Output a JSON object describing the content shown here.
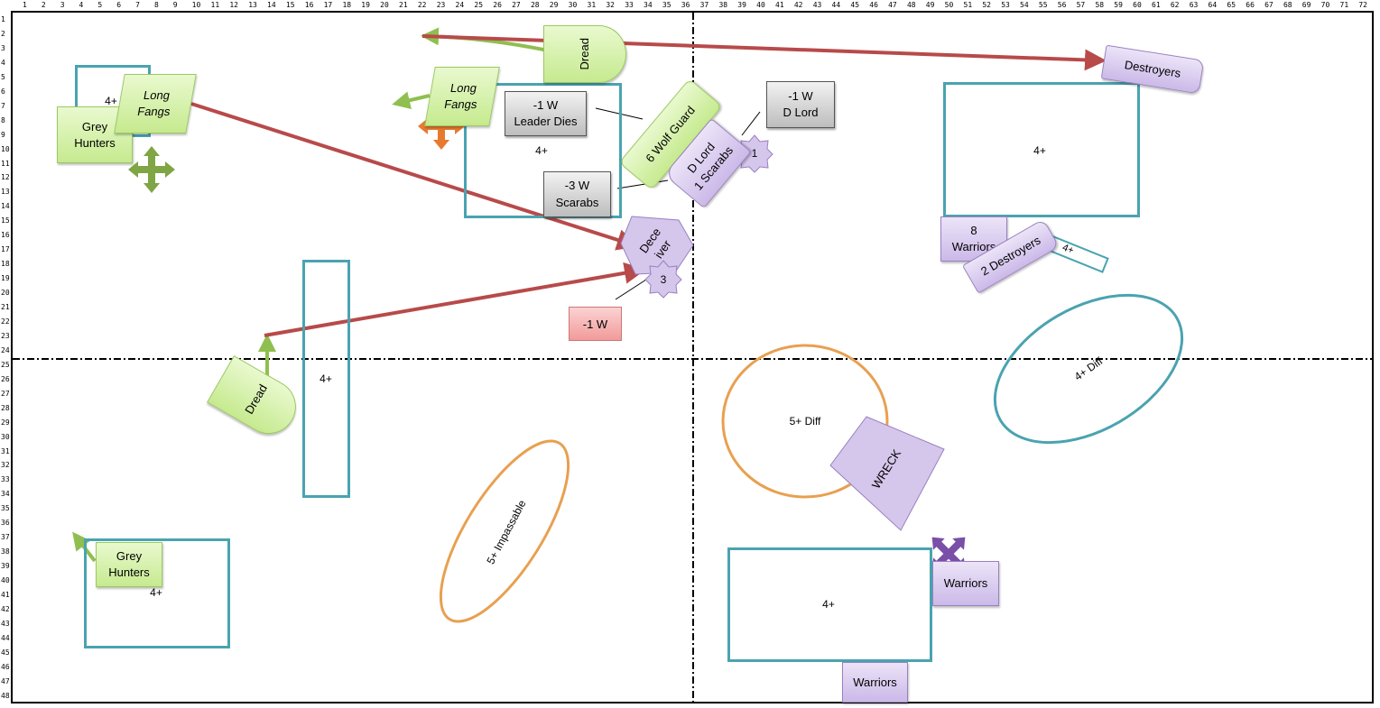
{
  "rulers": {
    "columns": 72,
    "rows": 48
  },
  "colors": {
    "terrain": "#4aa3b0",
    "difficult": "#e8a050",
    "move_arrow": "#b84a4a",
    "ally_arrow": "#8fbf50",
    "ally_fill": "#c6ea8f",
    "enemy_fill": "#cbb9e8"
  },
  "terrain": {
    "t1": "4+",
    "t2": "4+",
    "t3": "4+",
    "t4": "4+",
    "t5": "4+",
    "t6": "4+",
    "t7": "4+",
    "diff_ellipse": "4+ Diff",
    "diff_circle": "5+ Diff",
    "impassable": "5+ Impassable"
  },
  "space_wolves": {
    "grey_hunters_1": [
      "Grey",
      "Hunters"
    ],
    "long_fangs_1": [
      "Long",
      "Fangs"
    ],
    "long_fangs_2": [
      "Long",
      "Fangs"
    ],
    "dread_top": "Dread",
    "wolf_guard": "6 Wolf Guard",
    "dread_bottom": "Dread",
    "grey_hunters_2": [
      "Grey",
      "Hunters"
    ]
  },
  "necrons": {
    "destroyers": "Destroyers",
    "warriors_8": [
      "8",
      "Warriors"
    ],
    "destroyers_2": "2 Destroyers",
    "dlord": [
      "D Lord",
      "1 Scarabs"
    ],
    "dlord_marker": "1",
    "deceiver": [
      "Dece",
      "iver"
    ],
    "deceiver_marker": "3",
    "wreck": "WRECK",
    "warriors_a": "Warriors",
    "warriors_b": "Warriors"
  },
  "callouts": {
    "leader": [
      "-1 W",
      "Leader Dies"
    ],
    "dlord": [
      "-1 W",
      "D Lord"
    ],
    "scarabs": [
      "-3 W",
      "Scarabs"
    ],
    "deceiver": "-1 W"
  }
}
